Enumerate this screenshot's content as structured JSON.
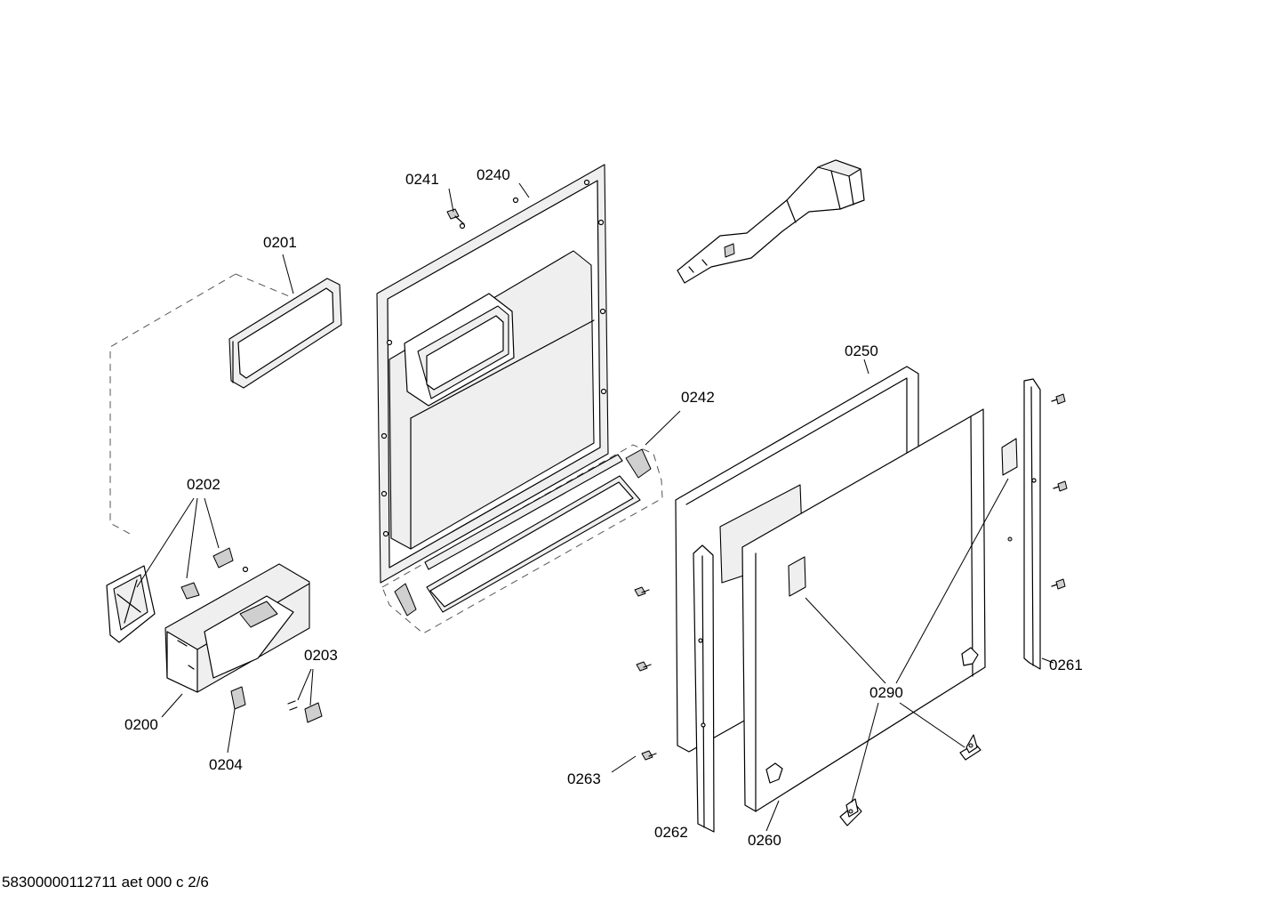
{
  "diagram": {
    "part_labels": {
      "p0241": "0241",
      "p0240": "0240",
      "p0201": "0201",
      "p0250": "0250",
      "p0242": "0242",
      "p0202": "0202",
      "p0203": "0203",
      "p0261": "0261",
      "p0290": "0290",
      "p0200": "0200",
      "p0204": "0204",
      "p0263": "0263",
      "p0262": "0262",
      "p0260": "0260"
    },
    "footer_code": "58300000112711 aet 000 c 2/6"
  }
}
